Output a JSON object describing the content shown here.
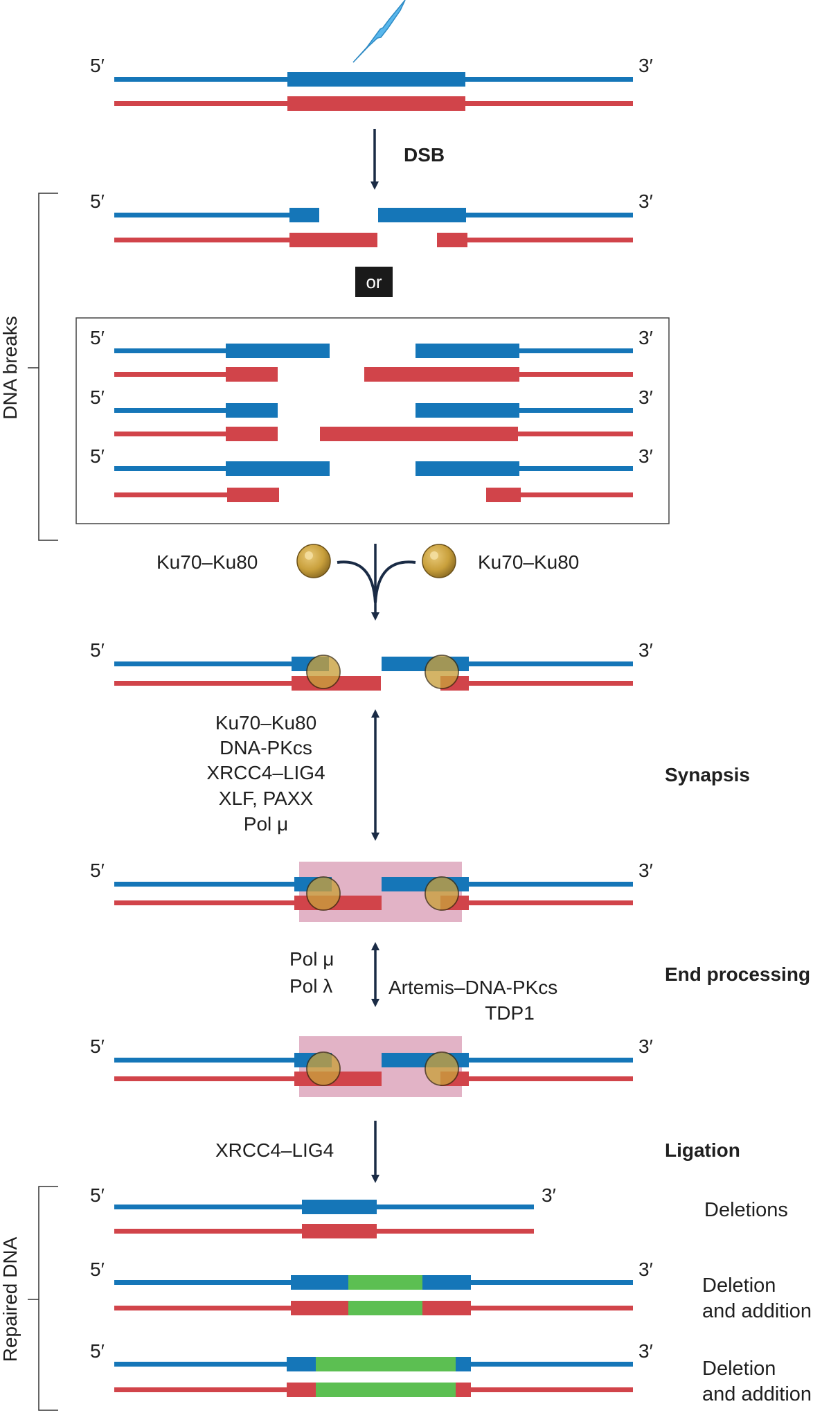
{
  "colors": {
    "top_strand": "#1576b8",
    "bottom_strand": "#d1444a",
    "inserted_nt": "#5cbf52",
    "ku_bead": "#c9a03c",
    "synapsis_box": "#e2b3c6",
    "arrow": "#1a2b45",
    "lightning": "#59b7ec"
  },
  "icons": [
    "lightning-bolt-icon",
    "ku-bead-icon"
  ],
  "labels": {
    "five_prime": "5′",
    "three_prime": "3′",
    "dsb": "DSB",
    "or": "or",
    "dna_breaks": "DNA breaks",
    "repaired_dna": "Repaired DNA"
  },
  "ku": {
    "left": "Ku70–Ku80",
    "right": "Ku70–Ku80"
  },
  "synapsis": {
    "step": "Synapsis",
    "factors": [
      "Ku70–Ku80",
      "DNA-PKcs",
      "XRCC4–LIG4",
      "XLF, PAXX",
      "Pol μ"
    ]
  },
  "end_processing": {
    "step": "End processing",
    "left_factors": [
      "Pol μ",
      "Pol λ"
    ],
    "right_factors": [
      "Artemis–DNA-PKcs",
      "TDP1"
    ]
  },
  "ligation": {
    "step": "Ligation",
    "factor": "XRCC4–LIG4"
  },
  "outcomes": {
    "deletions": "Deletions",
    "deletion_addition_1": [
      "Deletion",
      "and addition"
    ],
    "deletion_addition_2": [
      "Deletion",
      "and addition"
    ]
  }
}
